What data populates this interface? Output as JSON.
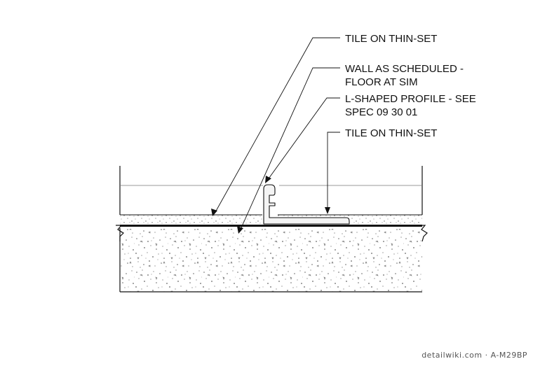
{
  "callouts": {
    "tile_upper": "TILE ON THIN-SET",
    "wall_line1": "WALL AS SCHEDULED -",
    "wall_line2": "FLOOR AT SIM",
    "profile_line1": "L-SHAPED PROFILE - SEE",
    "profile_line2": "SPEC 09 30 01",
    "tile_lower": "TILE ON THIN-SET"
  },
  "footer": {
    "credit": "detailwiki.com · A-M29BP"
  },
  "colors": {
    "line": "#111111",
    "speckle": "#666666"
  }
}
